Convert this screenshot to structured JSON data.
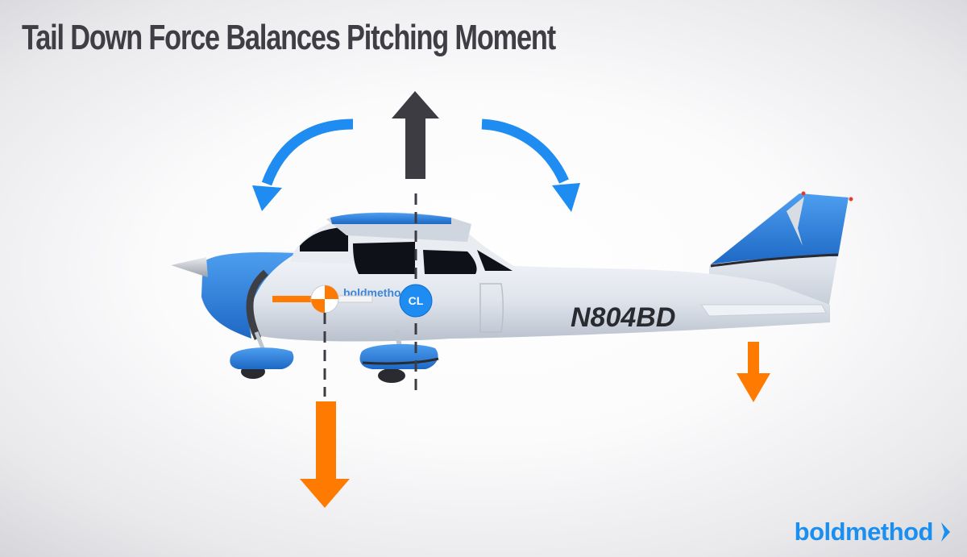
{
  "title": "Tail Down Force Balances Pitching Moment",
  "labels": {
    "center_of_lift": "CL",
    "registration": "N804BD",
    "fuselage_decal": "boldmethod"
  },
  "brand": {
    "name": "boldmethod",
    "icon": "chevron-right-icon"
  },
  "forces": [
    {
      "name": "lift",
      "direction": "up",
      "color": "#3d3c42",
      "relative_magnitude": "large"
    },
    {
      "name": "weight",
      "direction": "down",
      "color": "#ff7a00",
      "relative_magnitude": "large"
    },
    {
      "name": "tail-down-force",
      "direction": "down",
      "color": "#ff7a00",
      "relative_magnitude": "small"
    }
  ],
  "pitching_moments": [
    {
      "name": "nose-down-moment",
      "direction": "counter-clockwise",
      "color": "#1e8cf0"
    },
    {
      "name": "tail-down-moment",
      "direction": "clockwise",
      "color": "#1e8cf0"
    }
  ],
  "colors": {
    "accent_blue": "#1e8cf0",
    "force_orange": "#ff7a00",
    "lift_gray": "#3d3c42",
    "aircraft_blue": "#2f7fd9",
    "aircraft_white": "#e4e8ef"
  }
}
